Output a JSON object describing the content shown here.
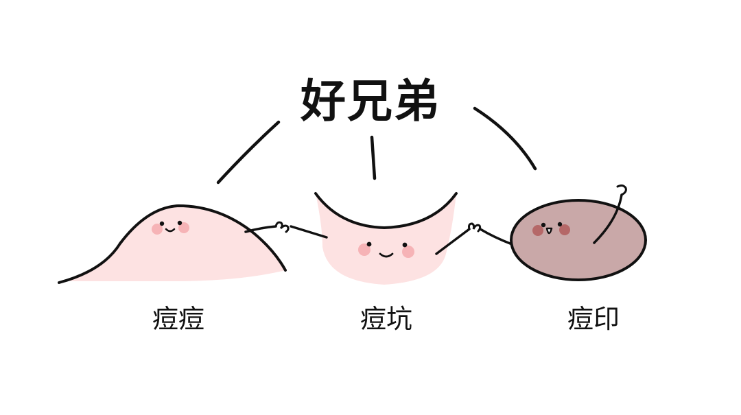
{
  "title": "好兄弟",
  "characters": [
    {
      "label": "痘痘",
      "fill": "#fde2e2"
    },
    {
      "label": "痘坑",
      "fill": "#fde2e2"
    },
    {
      "label": "痘印",
      "fill": "#c9a8a8"
    }
  ],
  "colors": {
    "outline": "#111111",
    "blush": "#f6b3b6",
    "dark_blush": "#b56868",
    "background": "#ffffff"
  }
}
